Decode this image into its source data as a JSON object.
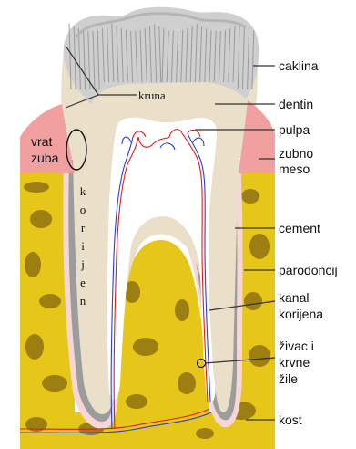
{
  "labels": {
    "enamel": "caklina",
    "dentin": "dentin",
    "pulp": "pulpa",
    "gum_line1": "zubno",
    "gum_line2": "meso",
    "cementum": "cement",
    "periodontium": "parodoncij",
    "canal_line1": "kanal",
    "canal_line2": "korijena",
    "nerve_line1": "živac i",
    "nerve_line2": "krvne",
    "nerve_line3": "žile",
    "bone": "kost",
    "crown": "kruna",
    "neck_line1": "vrat",
    "neck_line2": "zuba",
    "root_letters": [
      "k",
      "o",
      "r",
      "i",
      "j",
      "e",
      "n"
    ]
  },
  "colors": {
    "enamel": "#cfcfcf",
    "enamel_stripe": "#9a9a9a",
    "dentin": "#eadfc8",
    "gum": "#f1a0a0",
    "bone": "#e6c619",
    "bone_spot": "#8a6d10",
    "cementum": "#9c9c9c",
    "ligament": "#f7d6d6",
    "artery": "#d92020",
    "vein": "#2b3fd9"
  }
}
